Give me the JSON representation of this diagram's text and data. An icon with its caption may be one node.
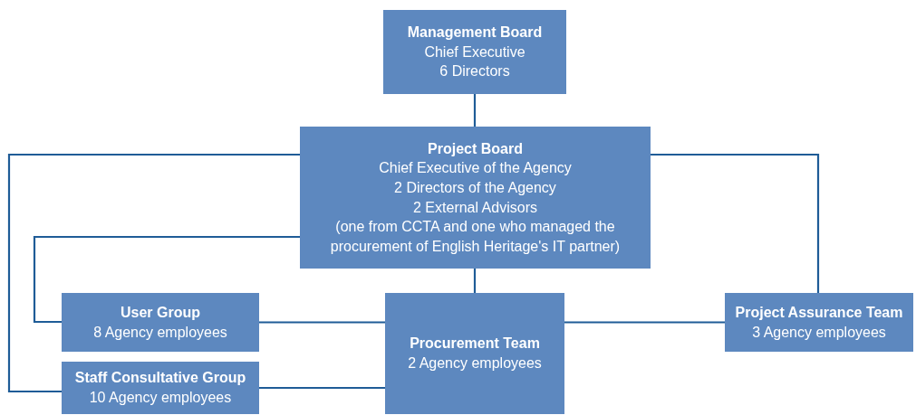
{
  "diagram": {
    "nodes": [
      {
        "text": [
          "Management Board",
          "Chief Executive",
          "6 Directors"
        ]
      },
      {
        "text": [
          "Project Board",
          "Chief Executive of the Agency",
          "2 Directors of the Agency",
          "2 External Advisors",
          "(one from CCTA and one who managed the procurement of English Heritage's IT partner)"
        ]
      },
      {
        "text": [
          "User Group",
          "8 Agency employees"
        ]
      },
      {
        "text": [
          "Procurement Team",
          "2 Agency employees"
        ]
      },
      {
        "text": [
          "Project Assurance Team",
          "3 Agency employees"
        ]
      },
      {
        "text": [
          "Staff Consultative Group",
          "10 Agency employees"
        ]
      }
    ],
    "edges": [
      {
        "from": 0,
        "to": 1,
        "arrow": "none"
      },
      {
        "from": 1,
        "to": 3,
        "arrow": "none"
      },
      {
        "from": 1,
        "to": 2,
        "arrow": "none"
      },
      {
        "from": 1,
        "to": 5,
        "arrow": "none"
      },
      {
        "from": 1,
        "to": 4,
        "arrow": "none"
      },
      {
        "from": 2,
        "to": 3,
        "arrow": "none"
      },
      {
        "from": 5,
        "to": 3,
        "arrow": "none"
      },
      {
        "from": 3,
        "to": 4,
        "arrow": "none"
      }
    ]
  }
}
